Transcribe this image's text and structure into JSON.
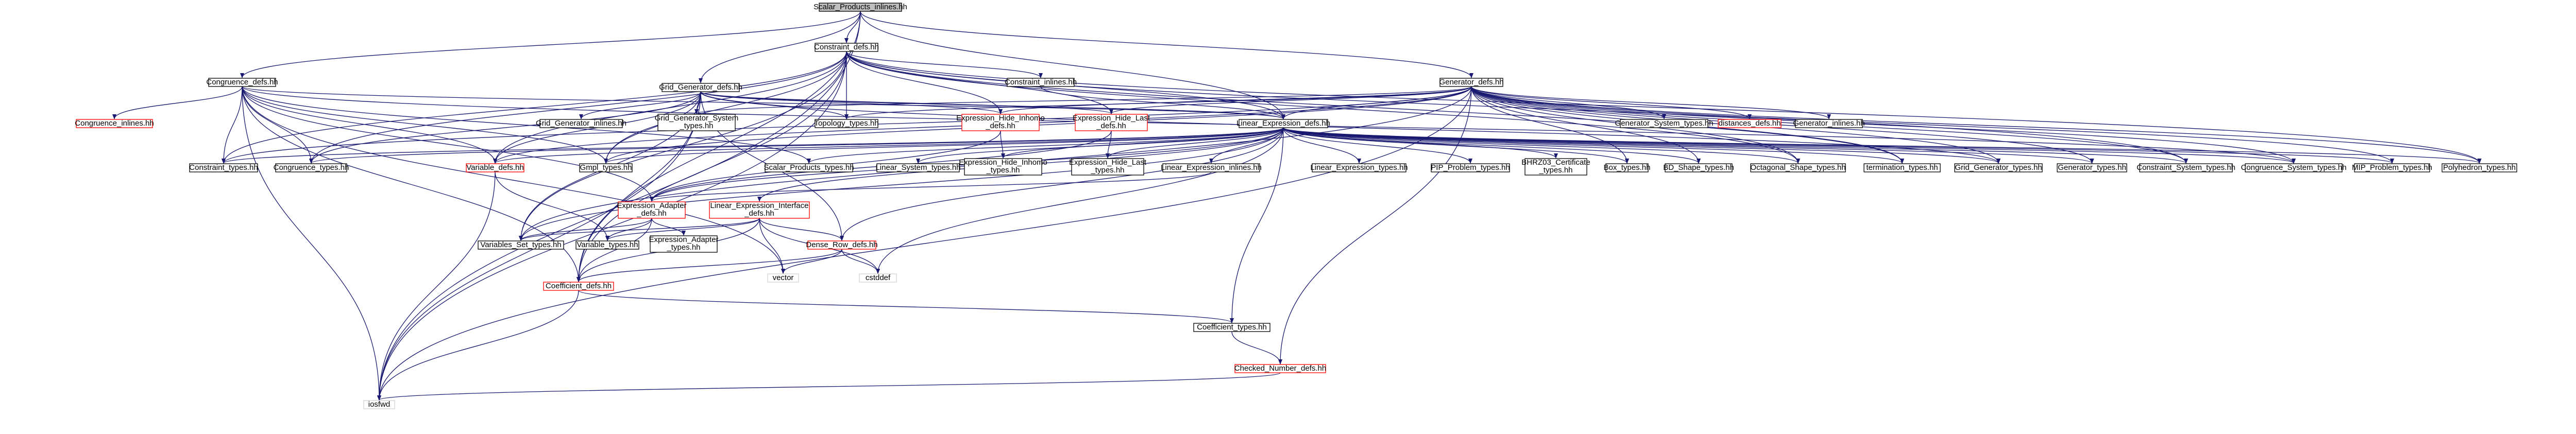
{
  "colors": {
    "edge": "#191970",
    "root_fill": "#bfbfbf",
    "node_fill": "#ffffff",
    "node_border": "#000000",
    "red_border": "#ff0000",
    "plain_border": "#d3d3d3"
  },
  "nodes": [
    {
      "id": "root",
      "lines": [
        "Scalar_Products_inlines.hh"
      ],
      "style": "root"
    },
    {
      "id": "constraint_defs",
      "lines": [
        "Constraint_defs.hh"
      ],
      "style": "normal"
    },
    {
      "id": "congruence_defs",
      "lines": [
        "Congruence_defs.hh"
      ],
      "style": "normal"
    },
    {
      "id": "grid_generator_defs",
      "lines": [
        "Grid_Generator_defs.hh"
      ],
      "style": "normal"
    },
    {
      "id": "constraint_inlines",
      "lines": [
        "Constraint_inlines.hh"
      ],
      "style": "normal"
    },
    {
      "id": "generator_defs",
      "lines": [
        "Generator_defs.hh"
      ],
      "style": "normal"
    },
    {
      "id": "congruence_inlines",
      "lines": [
        "Congruence_inlines.hh"
      ],
      "style": "red"
    },
    {
      "id": "grid_generator_inlines",
      "lines": [
        "Grid_Generator_inlines.hh"
      ],
      "style": "normal"
    },
    {
      "id": "grid_generator_system_types",
      "lines": [
        "Grid_Generator_System",
        "_types.hh"
      ],
      "style": "normal"
    },
    {
      "id": "topology_types",
      "lines": [
        "Topology_types.hh"
      ],
      "style": "normal"
    },
    {
      "id": "expression_hide_inhomo_defs",
      "lines": [
        "Expression_Hide_Inhomo",
        "_defs.hh"
      ],
      "style": "red"
    },
    {
      "id": "expression_hide_last_defs",
      "lines": [
        "Expression_Hide_Last",
        "_defs.hh"
      ],
      "style": "red"
    },
    {
      "id": "linear_expression_defs",
      "lines": [
        "Linear_Expression_defs.hh"
      ],
      "style": "normal"
    },
    {
      "id": "generator_system_types",
      "lines": [
        "Generator_System_types.hh"
      ],
      "style": "normal"
    },
    {
      "id": "distances_defs",
      "lines": [
        "distances_defs.hh"
      ],
      "style": "red"
    },
    {
      "id": "generator_inlines",
      "lines": [
        "Generator_inlines.hh"
      ],
      "style": "normal"
    },
    {
      "id": "constraint_types",
      "lines": [
        "Constraint_types.hh"
      ],
      "style": "normal"
    },
    {
      "id": "congruence_types",
      "lines": [
        "Congruence_types.hh"
      ],
      "style": "normal"
    },
    {
      "id": "variable_defs",
      "lines": [
        "Variable_defs.hh"
      ],
      "style": "red"
    },
    {
      "id": "gmp_types",
      "lines": [
        "Gmpl_types.hh"
      ],
      "style": "normal"
    },
    {
      "id": "scalar_products_types",
      "lines": [
        "Scalar_Products_types.hh"
      ],
      "style": "normal"
    },
    {
      "id": "linear_system_types",
      "lines": [
        "Linear_System_types.hh"
      ],
      "style": "normal"
    },
    {
      "id": "expression_hide_inhomo_types",
      "lines": [
        "Expression_Hide_Inhomo",
        "_types.hh"
      ],
      "style": "normal"
    },
    {
      "id": "expression_hide_last_types",
      "lines": [
        "Expression_Hide_Last",
        "_types.hh"
      ],
      "style": "normal"
    },
    {
      "id": "linear_expression_inlines",
      "lines": [
        "Linear_Expression_inlines.hh"
      ],
      "style": "normal"
    },
    {
      "id": "linear_expression_types",
      "lines": [
        "Linear_Expression_types.hh"
      ],
      "style": "normal"
    },
    {
      "id": "pip_problem_types",
      "lines": [
        "PIP_Problem_types.hh"
      ],
      "style": "normal"
    },
    {
      "id": "bhrz03_certificate_types",
      "lines": [
        "BHRZ03_Certificate",
        "_types.hh"
      ],
      "style": "normal"
    },
    {
      "id": "box_types",
      "lines": [
        "Box_types.hh"
      ],
      "style": "normal"
    },
    {
      "id": "bd_shape_types",
      "lines": [
        "BD_Shape_types.hh"
      ],
      "style": "normal"
    },
    {
      "id": "octagonal_shape_types",
      "lines": [
        "Octagonal_Shape_types.hh"
      ],
      "style": "normal"
    },
    {
      "id": "termination_types",
      "lines": [
        "termination_types.hh"
      ],
      "style": "normal"
    },
    {
      "id": "grid_generator_types",
      "lines": [
        "Grid_Generator_types.hh"
      ],
      "style": "normal"
    },
    {
      "id": "generator_types",
      "lines": [
        "Generator_types.hh"
      ],
      "style": "normal"
    },
    {
      "id": "constraint_system_types",
      "lines": [
        "Constraint_System_types.hh"
      ],
      "style": "normal"
    },
    {
      "id": "congruence_system_types",
      "lines": [
        "Congruence_System_types.hh"
      ],
      "style": "normal"
    },
    {
      "id": "mip_problem_types",
      "lines": [
        "MIP_Problem_types.hh"
      ],
      "style": "normal"
    },
    {
      "id": "polyhedron_types",
      "lines": [
        "Polyhedron_types.hh"
      ],
      "style": "normal"
    },
    {
      "id": "expression_adapter_defs",
      "lines": [
        "Expression_Adapter",
        "_defs.hh"
      ],
      "style": "red"
    },
    {
      "id": "linear_expression_interface_defs",
      "lines": [
        "Linear_Expression_Interface",
        "_defs.hh"
      ],
      "style": "red"
    },
    {
      "id": "variables_set_types",
      "lines": [
        "Variables_Set_types.hh"
      ],
      "style": "normal"
    },
    {
      "id": "variable_types",
      "lines": [
        "Variable_types.hh"
      ],
      "style": "normal"
    },
    {
      "id": "expression_adapter_types",
      "lines": [
        "Expression_Adapter",
        "_types.hh"
      ],
      "style": "normal"
    },
    {
      "id": "dense_row_defs",
      "lines": [
        "Dense_Row_defs.hh"
      ],
      "style": "red"
    },
    {
      "id": "vector",
      "lines": [
        "vector"
      ],
      "style": "plain"
    },
    {
      "id": "cstddef",
      "lines": [
        "cstddef"
      ],
      "style": "plain"
    },
    {
      "id": "coefficient_defs",
      "lines": [
        "Coefficient_defs.hh"
      ],
      "style": "red"
    },
    {
      "id": "coefficient_types",
      "lines": [
        "Coefficient_types.hh"
      ],
      "style": "normal"
    },
    {
      "id": "checked_number_defs",
      "lines": [
        "Checked_Number_defs.hh"
      ],
      "style": "red"
    },
    {
      "id": "iosfwd",
      "lines": [
        "iosfwd"
      ],
      "style": "plain"
    }
  ]
}
